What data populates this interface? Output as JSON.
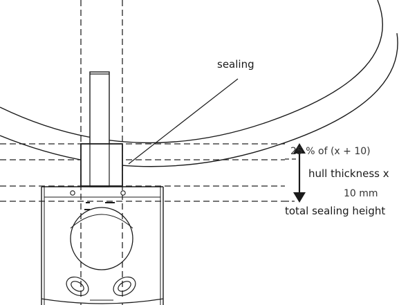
{
  "labels": {
    "sealing": "sealing",
    "percent": "25 % of (x + 10)",
    "hull_thickness": "hull thickness  x",
    "ten_mm": "10 mm",
    "total_height": "total sealing height"
  },
  "colors": {
    "line": "#1a1a1a",
    "dashed": "#222222",
    "background": "#ffffff"
  }
}
